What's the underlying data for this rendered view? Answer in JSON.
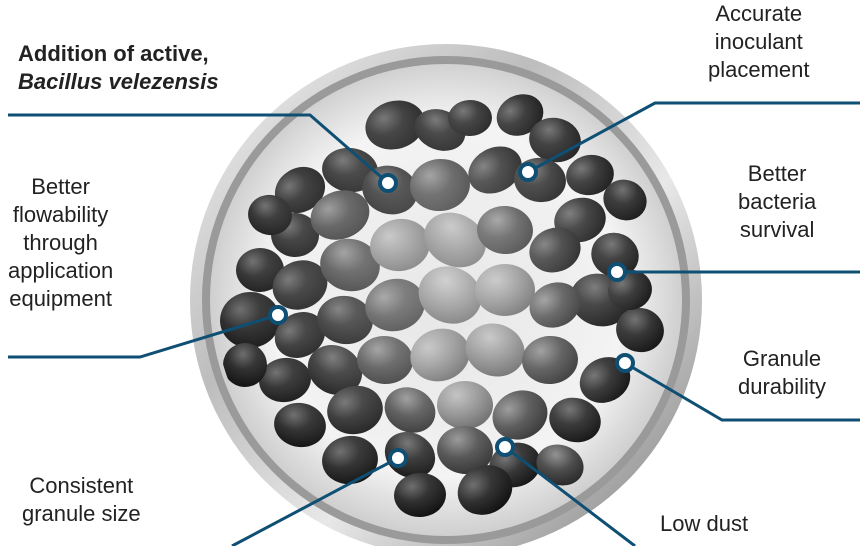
{
  "callouts": [
    {
      "id": "bacillus",
      "lines": [
        "Addition of active,",
        "Bacillus velezensis"
      ],
      "emphasis": "bold"
    },
    {
      "id": "inoculant-placement",
      "lines": [
        "Accurate",
        "inoculant",
        "placement"
      ]
    },
    {
      "id": "flowability",
      "lines": [
        "Better",
        "flowability",
        "through",
        "application",
        "equipment"
      ]
    },
    {
      "id": "bacteria-survival",
      "lines": [
        "Better",
        "bacteria",
        "survival"
      ]
    },
    {
      "id": "granule-durability",
      "lines": [
        "Granule",
        "durability"
      ]
    },
    {
      "id": "granule-size",
      "lines": [
        "Consistent",
        "granule size"
      ]
    },
    {
      "id": "low-dust",
      "lines": [
        "Low dust"
      ]
    }
  ],
  "colors": {
    "leader_line": "#0e4f73",
    "marker_fill": "#ffffff",
    "marker_stroke": "#0e4f73",
    "text": "#222222",
    "rim_light": "#e6e6e6",
    "rim_dark": "#8a8a8a",
    "granule_dark": "#1f1f1f",
    "granule_light": "#8d8d8d"
  },
  "icons": [
    "granule-bowl-illustration"
  ]
}
